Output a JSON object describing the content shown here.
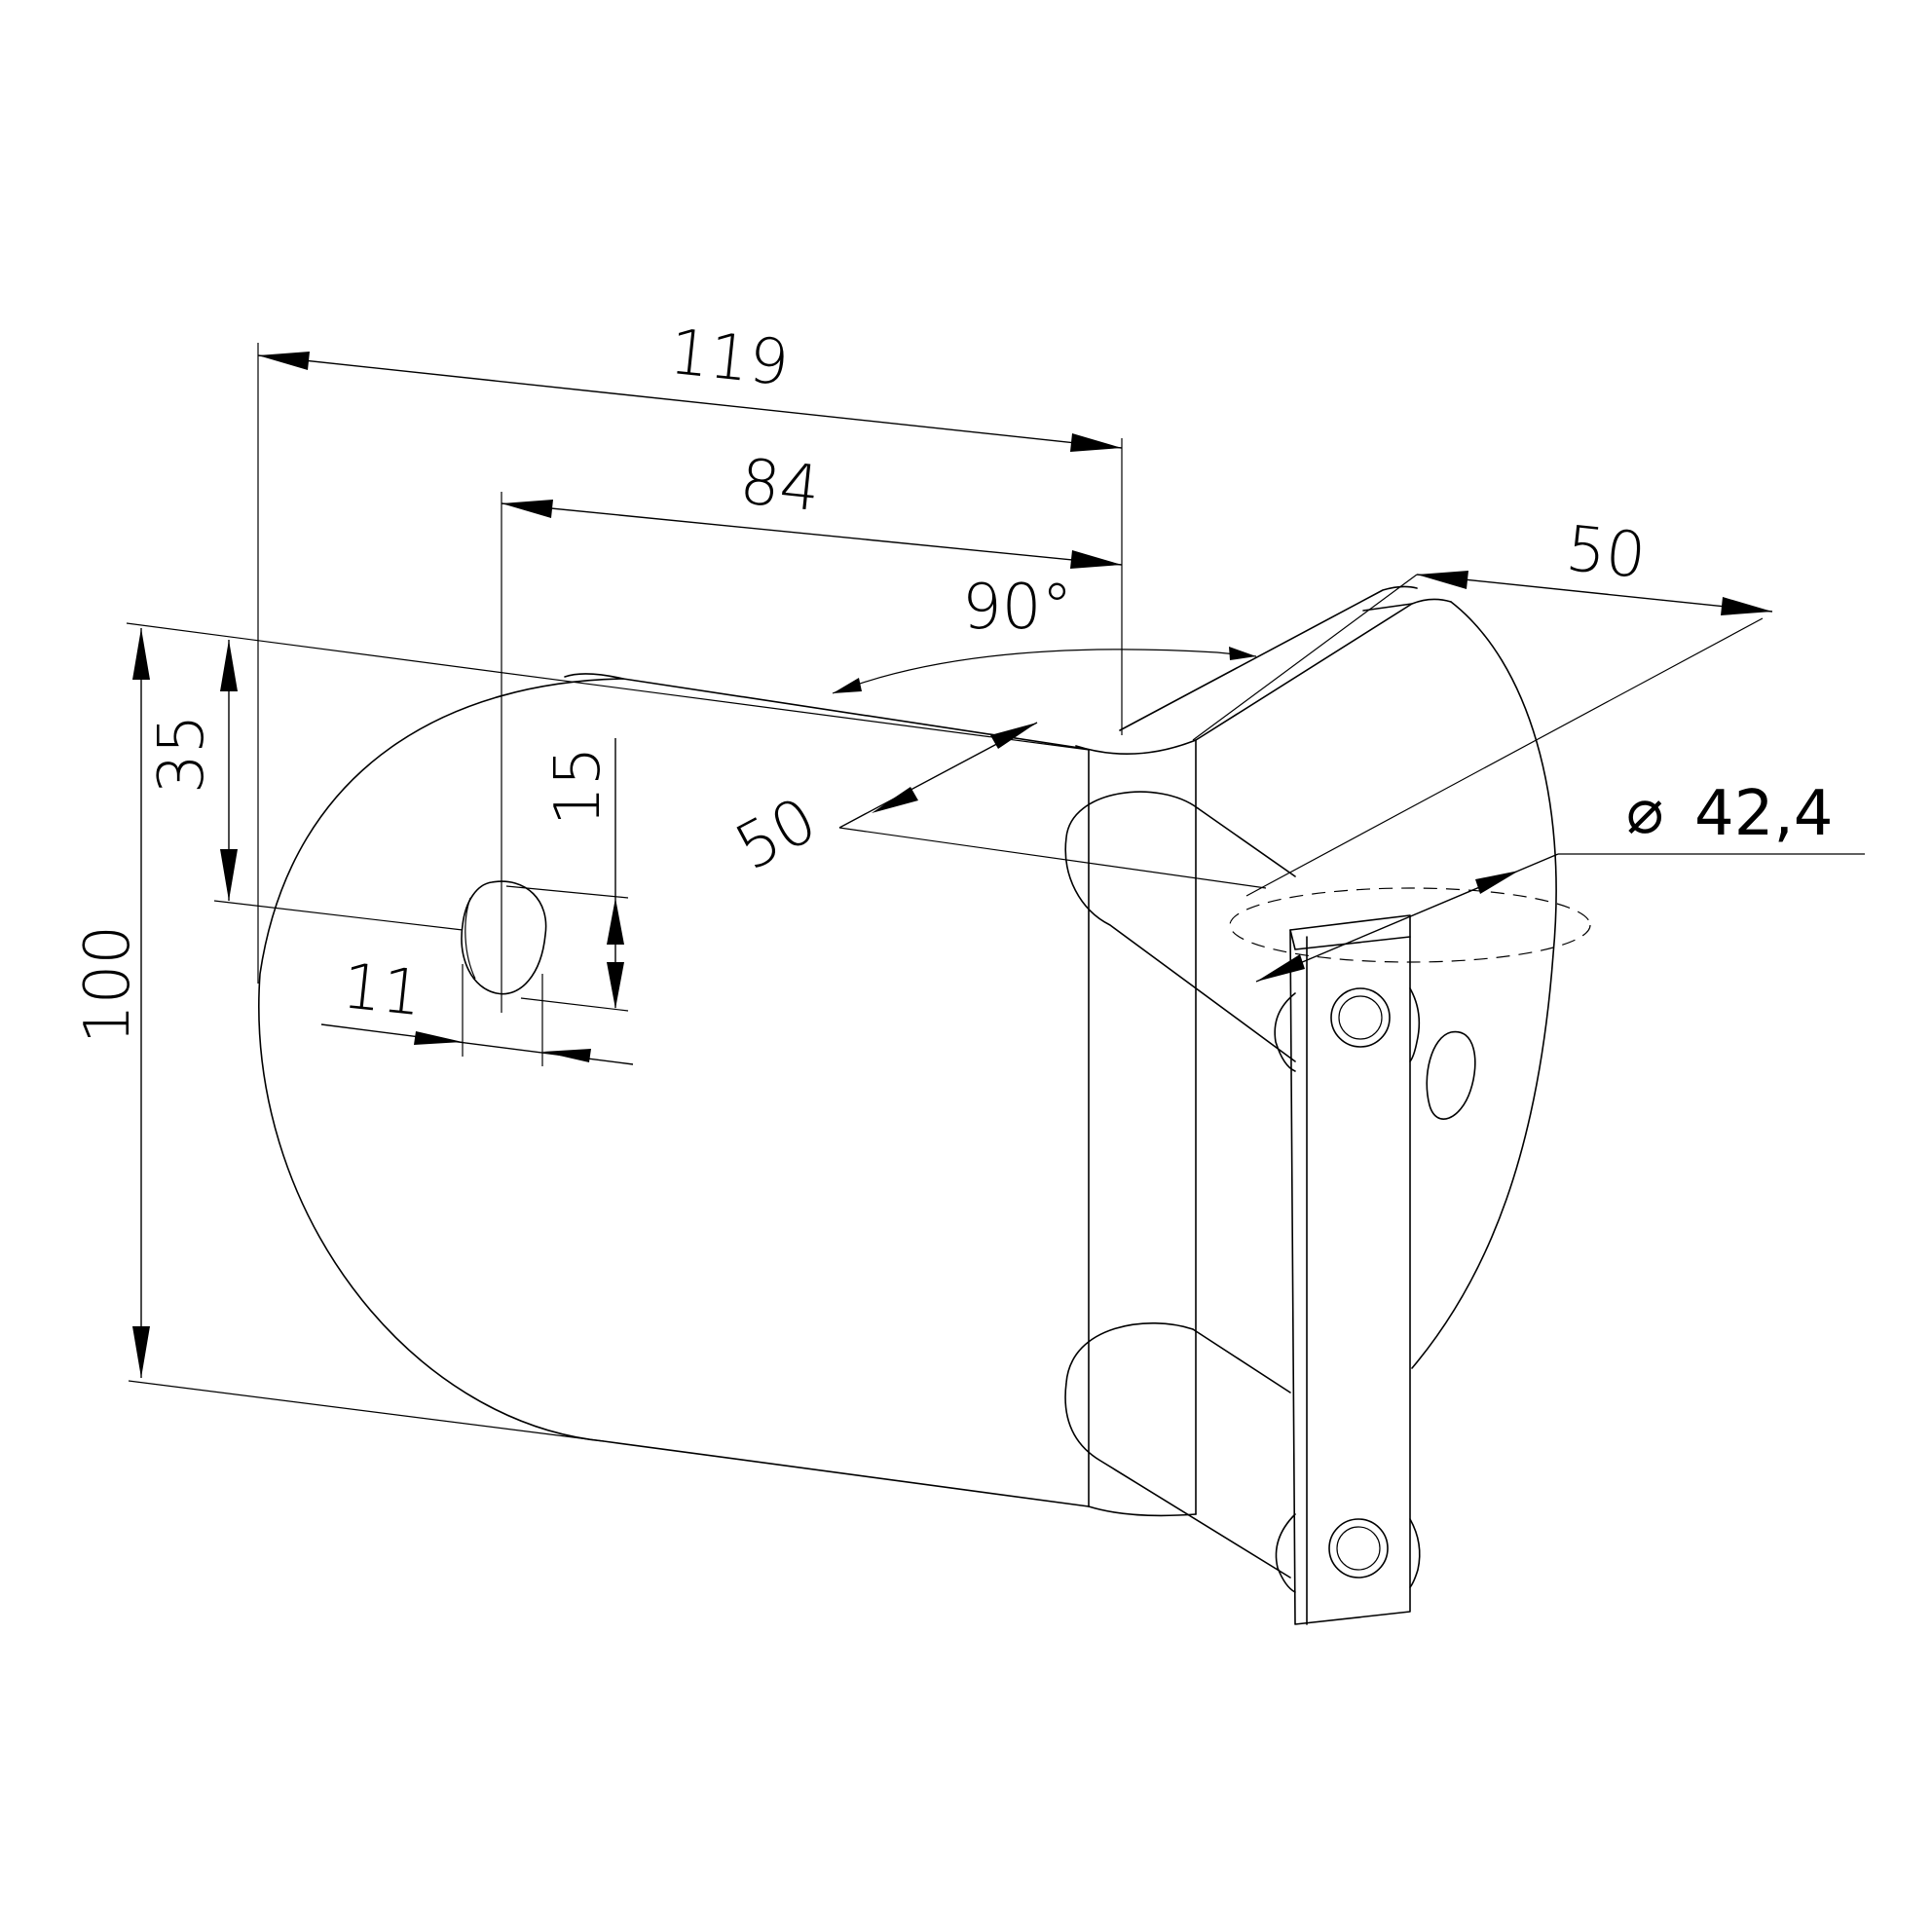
{
  "diagram": {
    "dimensions": {
      "overall_length": "119",
      "hole_offset": "84",
      "bend_angle": "90°",
      "arm_length": "50",
      "plate_depth": "50",
      "tube_diameter": "42,4",
      "height": "100",
      "hole_height_from_top": "35",
      "slot_length": "15",
      "slot_width": "11"
    },
    "diameter_symbol": "⌀"
  }
}
